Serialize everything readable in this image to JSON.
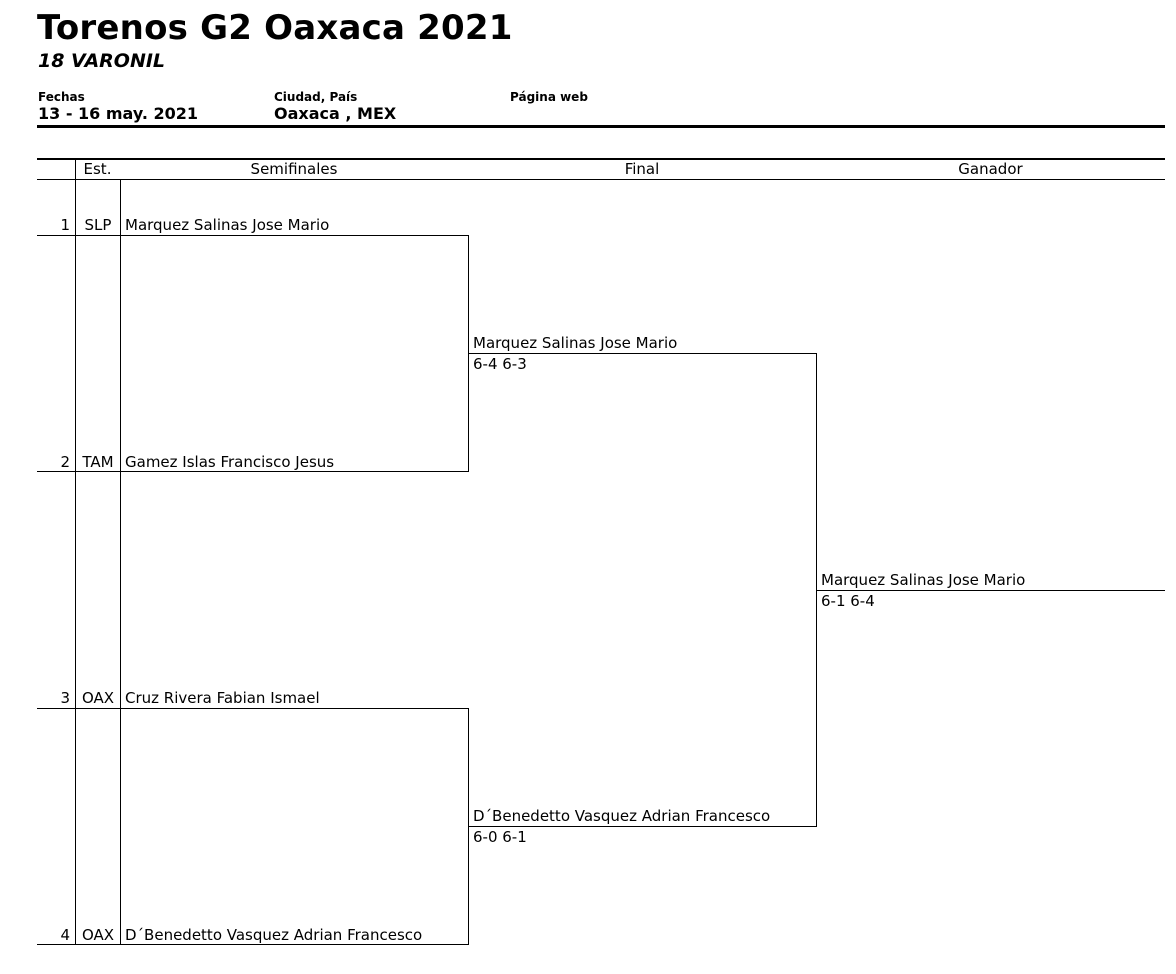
{
  "tournament": {
    "title": "Torenos G2 Oaxaca 2021",
    "category": "18 VARONIL"
  },
  "info": {
    "dates_label": "Fechas",
    "dates_value": "13 - 16 may. 2021",
    "city_label": "Ciudad, País",
    "city_value": "Oaxaca , MEX",
    "web_label": "Página web",
    "web_value": ""
  },
  "columns": {
    "state": "Est.",
    "semis": "Semifinales",
    "final": "Final",
    "winner": "Ganador"
  },
  "entries": [
    {
      "seed": "1",
      "state": "SLP",
      "name": "Marquez Salinas Jose Mario"
    },
    {
      "seed": "2",
      "state": "TAM",
      "name": "Gamez Islas Francisco Jesus"
    },
    {
      "seed": "3",
      "state": "OAX",
      "name": "Cruz Rivera Fabian Ismael"
    },
    {
      "seed": "4",
      "state": "OAX",
      "name": "D´Benedetto Vasquez Adrian Francesco"
    }
  ],
  "final_round": [
    {
      "name": "Marquez Salinas Jose Mario",
      "score": "6-4 6-3"
    },
    {
      "name": "D´Benedetto Vasquez Adrian Francesco",
      "score": "6-0 6-1"
    }
  ],
  "champion": {
    "name": "Marquez Salinas Jose Mario",
    "score": "6-1 6-4"
  }
}
